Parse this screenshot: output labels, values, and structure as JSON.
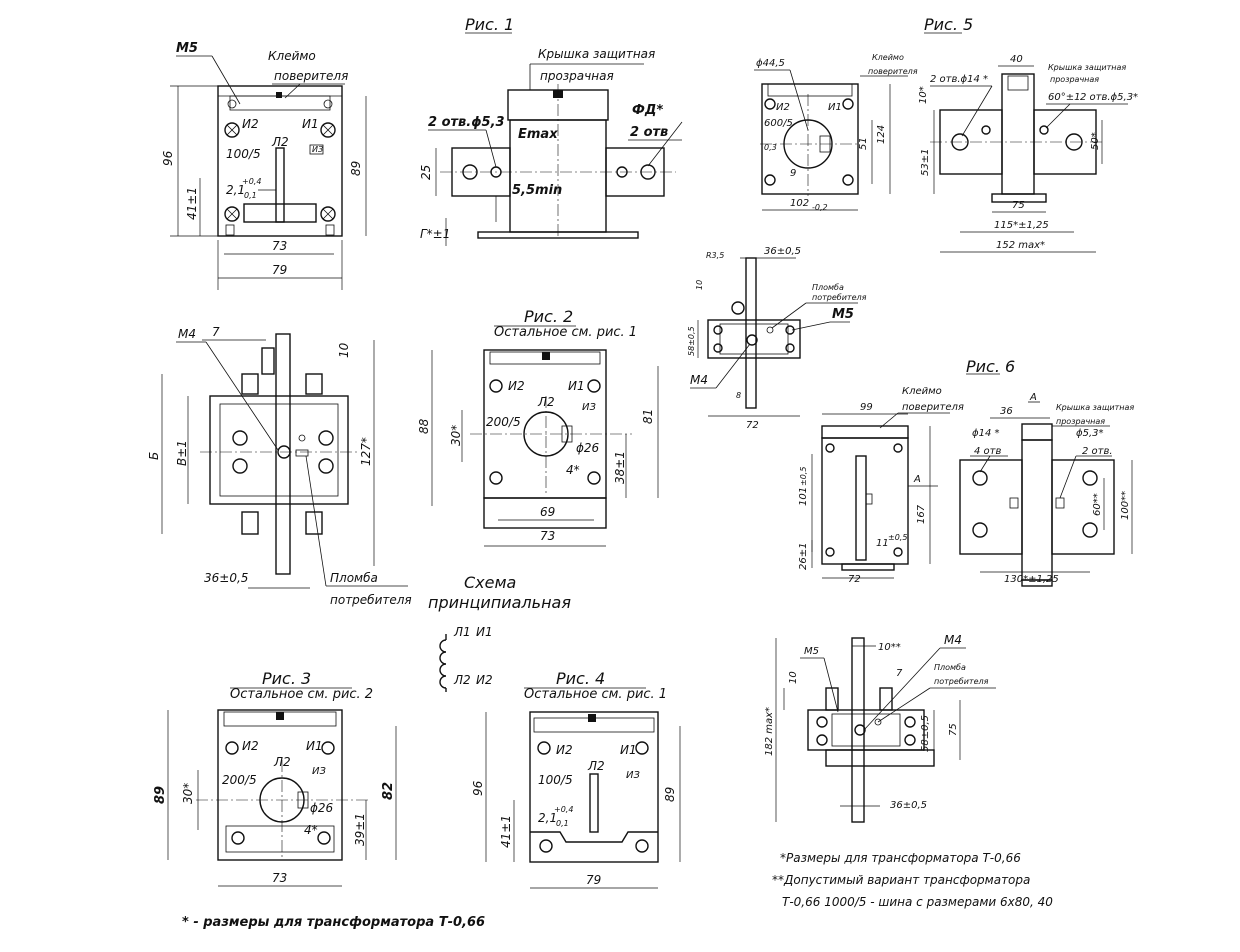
{
  "fig1": {
    "title": "Рис. 1",
    "m5": "M5",
    "klemmo": "Клеймо",
    "poveritelya": "поверителя",
    "i2": "И2",
    "i1": "И1",
    "l2": "Л2",
    "ratio": "100/5",
    "mark": "ИЗ",
    "d96": "96",
    "d89": "89",
    "d41": "41±1",
    "d21": "2,1",
    "tol_up": "+0,4",
    "tol_dn": "0,1",
    "d73": "73",
    "d79": "79"
  },
  "fig1side": {
    "kryshka": "Крышка защитная",
    "prozrachnaya": "прозрачная",
    "otv53": "2 отв.ϕ5,3",
    "emax": "Emax",
    "fd": "ФД*",
    "otv2": "2 отв",
    "d25": "25",
    "d55": "5,5min",
    "g1": "Г*±1"
  },
  "fig5": {
    "title": "Рис. 5",
    "d445": "ϕ44,5",
    "klemmo": "Клеймо",
    "poveritelya": "поверителя",
    "i2": "И2",
    "i1": "И1",
    "ratio": "600/5",
    "r3": "0,3",
    "d51": "51",
    "d124": "124",
    "d9": "9",
    "d102": "102",
    "d102tol": "-0,2",
    "d40": "40",
    "kryshka2": "Крышка защитная",
    "prozrachnaya2": "прозрачная",
    "otv14": "2 отв.ϕ14 *",
    "d10": "10*",
    "d60": "60°±1",
    "otv53": "2 отв.ϕ5,3*",
    "d53": "53±1",
    "d50": "50*",
    "d75": "75",
    "d115": "115*±1,25",
    "d152": "152 max*"
  },
  "figmid": {
    "r35": "R3,5",
    "d36": "36±0,5",
    "d10": "10",
    "plomba": "Пломба",
    "potrebitelya": "потребителя",
    "m5": "M5",
    "d58": "58±0,5",
    "m4": "M4",
    "d8": "8",
    "d72": "72"
  },
  "fig2left": {
    "m4": "M4",
    "d7": "7",
    "d10": "10",
    "b": "Б",
    "v": "В±1",
    "d127": "127*",
    "d36": "36±0,5",
    "plomba": "Пломба",
    "potrebitelya": "потребителя"
  },
  "fig2": {
    "title": "Рис. 2",
    "sub": "Остальное см. рис. 1",
    "i2": "И2",
    "i1": "И1",
    "l2": "Л2",
    "ratio": "200/5",
    "mark": "ИЗ",
    "d26": "ϕ26",
    "d88": "88",
    "d81": "81",
    "d30": "30*",
    "d4": "4*",
    "d38": "38±1",
    "d69": "69",
    "d73": "73"
  },
  "schema": {
    "t1": "Схема",
    "t2": "принципиальная",
    "l1": "Л1",
    "i1": "И1",
    "l2": "Л2",
    "i2": "И2"
  },
  "fig6": {
    "title": "Рис. 6",
    "klemmo": "Клеймо",
    "poveritelya": "поверителя",
    "d99": "99",
    "a": "А",
    "d101": "101",
    "d101tol": "±0,5",
    "d167": "167",
    "d11": "11",
    "d11tol": "±0,5",
    "d26": "26±1",
    "d72": "72",
    "aview": "А",
    "d36": "36",
    "kryshka": "Крышка защитная",
    "prozrachnaya": "прозрачная",
    "d14": "ϕ14 *",
    "otv4": "4 отв",
    "d53": "ϕ5,3*",
    "otv2": "2 отв.",
    "d60": "60**",
    "d100": "100**",
    "d130": "130*±1,25"
  },
  "fig3": {
    "title": "Рис. 3",
    "sub": "Остальное см. рис. 2",
    "i2": "И2",
    "i1": "И1",
    "l2": "Л2",
    "ratio": "200/5",
    "mark": "ИЗ",
    "d26": "ϕ26",
    "d89": "89",
    "d82": "82",
    "d30": "30*",
    "d4": "4*",
    "d39": "39±1",
    "d73": "73"
  },
  "fig4": {
    "title": "Рис. 4",
    "sub": "Остальное см. рис. 1",
    "i2": "И2",
    "i1": "И1",
    "l2": "Л2",
    "ratio": "100/5",
    "mark": "ИЗ",
    "d96": "96",
    "d89": "89",
    "d41": "41±1",
    "d21": "2,1",
    "tol_up": "+0,4",
    "tol_dn": "0,1",
    "d79": "79"
  },
  "figbr": {
    "m5": "M5",
    "d10": "10**",
    "m4": "M4",
    "d7": "7",
    "plomba": "Пломба",
    "potrebitelya": "потребителя",
    "d10b": "10",
    "d182": "182 max*",
    "d58": "58±0,5",
    "d75": "75",
    "d36": "36±0,5"
  },
  "notes": {
    "n1": "*Размеры для трансформатора Т-0,66",
    "n2": "**Допустимый вариант трансформатора",
    "n3": "Т-0,66  1000/5 - шина с размерами 6х80, 40",
    "footer": "* - размеры для трансформатора Т-0,66"
  }
}
